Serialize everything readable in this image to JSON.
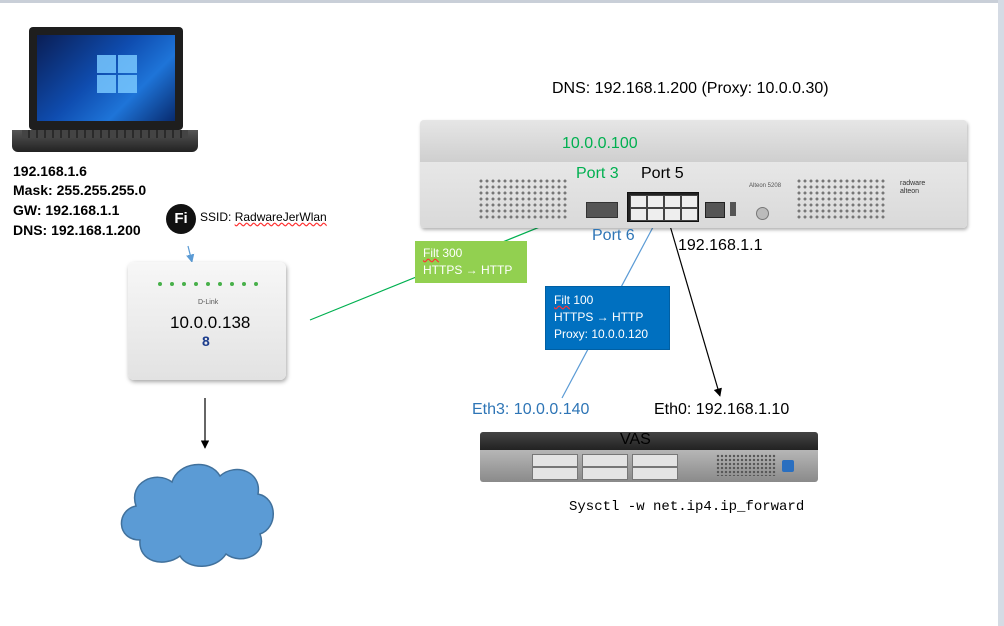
{
  "laptop": {
    "ip": "192.168.1.6",
    "mask": "Mask: 255.255.255.0",
    "gw": "GW: 192.168.1.1",
    "dns": "DNS: 192.168.1.200"
  },
  "wifi": {
    "badge": "Fi",
    "ssid_prefix": "SSID: ",
    "ssid_name": "RadwareJerWlan"
  },
  "router": {
    "ip": "10.0.0.138",
    "logo": "D-Link",
    "brand_mark": "8"
  },
  "alteon": {
    "dns_label": "DNS: 192.168.1.200 (Proxy: 10.0.0.30)",
    "ip_label": "10.0.0.100",
    "port3": "Port 3",
    "port5": "Port 5",
    "port6": "Port 6",
    "gw_ip": "192.168.1.1",
    "model": "Alteon 5208",
    "brand_line1": "radware",
    "brand_line2": "alteon"
  },
  "filters": {
    "filt300": {
      "name_underlined": "Filt",
      "name_rest": " 300",
      "rule": "HTTPS → HTTP"
    },
    "filt100": {
      "name_underlined": "Filt",
      "name_rest": " 100",
      "rule": "HTTPS → HTTP",
      "proxy": "Proxy: 10.0.0.120"
    }
  },
  "vas": {
    "title": "VAS",
    "eth3": "Eth3: 10.0.0.140",
    "eth0": "Eth0: 192.168.1.10",
    "command": "Sysctl -w net.ip4.ip_forward"
  },
  "colors": {
    "green": "#00b050",
    "blue": "#2e75b6",
    "filt300_bg": "#92d050",
    "filt100_bg": "#0070c0",
    "cloud": "#5b9bd5"
  }
}
